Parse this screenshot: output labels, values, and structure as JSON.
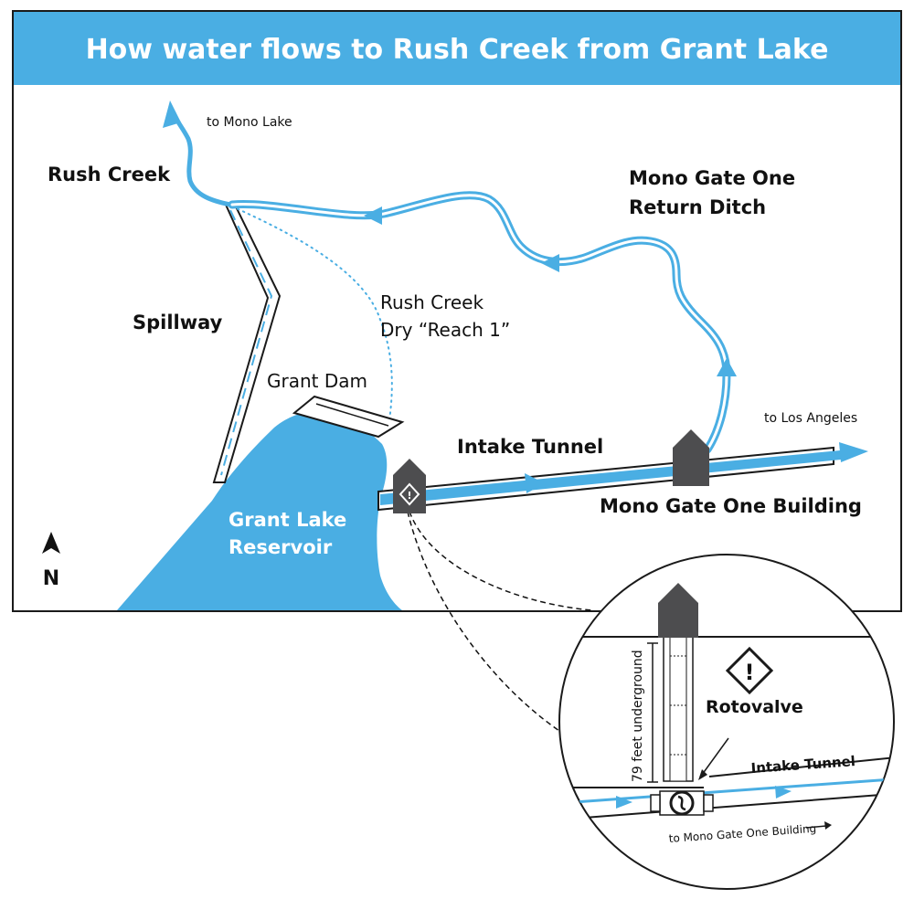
{
  "title": "How water flows to Rush Creek from Grant Lake",
  "labels": {
    "to_mono_lake": "to Mono Lake",
    "rush_creek": "Rush Creek",
    "return_ditch_line1": "Mono Gate One",
    "return_ditch_line2": "Return Ditch",
    "spillway": "Spillway",
    "dry_reach_line1": "Rush Creek",
    "dry_reach_line2": "Dry “Reach 1”",
    "grant_dam": "Grant Dam",
    "to_los_angeles": "to Los Angeles",
    "intake_tunnel": "Intake Tunnel",
    "mono_gate_building": "Mono Gate One Building",
    "reservoir_line1": "Grant Lake",
    "reservoir_line2": "Reservoir",
    "north": "N"
  },
  "inset": {
    "rotovalve": "Rotovalve",
    "intake_tunnel": "Intake Tunnel",
    "depth": "79 feet underground",
    "to_building": "to Mono Gate One Building"
  },
  "colors": {
    "water": "#4aaee3",
    "building": "#4d4d4f",
    "outline": "#1a1a1a"
  },
  "icons": {
    "warning": "warning-diamond-icon",
    "north_arrow": "north-arrow-icon",
    "building": "gate-house-icon"
  }
}
